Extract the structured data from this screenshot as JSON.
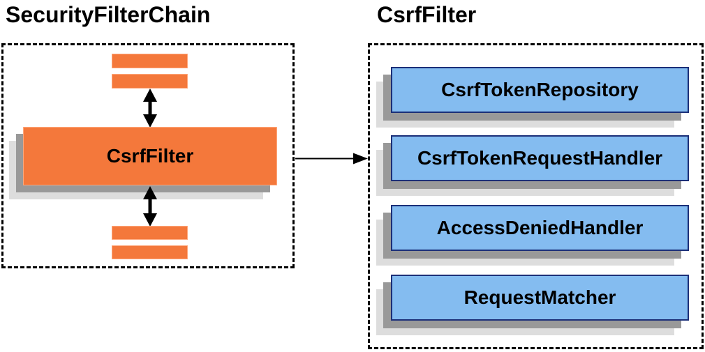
{
  "diagram": {
    "left": {
      "title": "SecurityFilterChain",
      "filter_label": "CsrfFilter"
    },
    "right": {
      "title": "CsrfFilter",
      "components": [
        "CsrfTokenRepository",
        "CsrfTokenRequestHandler",
        "AccessDeniedHandler",
        "RequestMatcher"
      ]
    },
    "colors": {
      "orange": "#f4783b",
      "orange_border": "#ffa87d",
      "blue_fill": "#84bcf0",
      "blue_border": "#1b2f78",
      "shadow_dark": "#999999",
      "shadow_light": "#dddddd",
      "arrow": "#000000"
    }
  }
}
